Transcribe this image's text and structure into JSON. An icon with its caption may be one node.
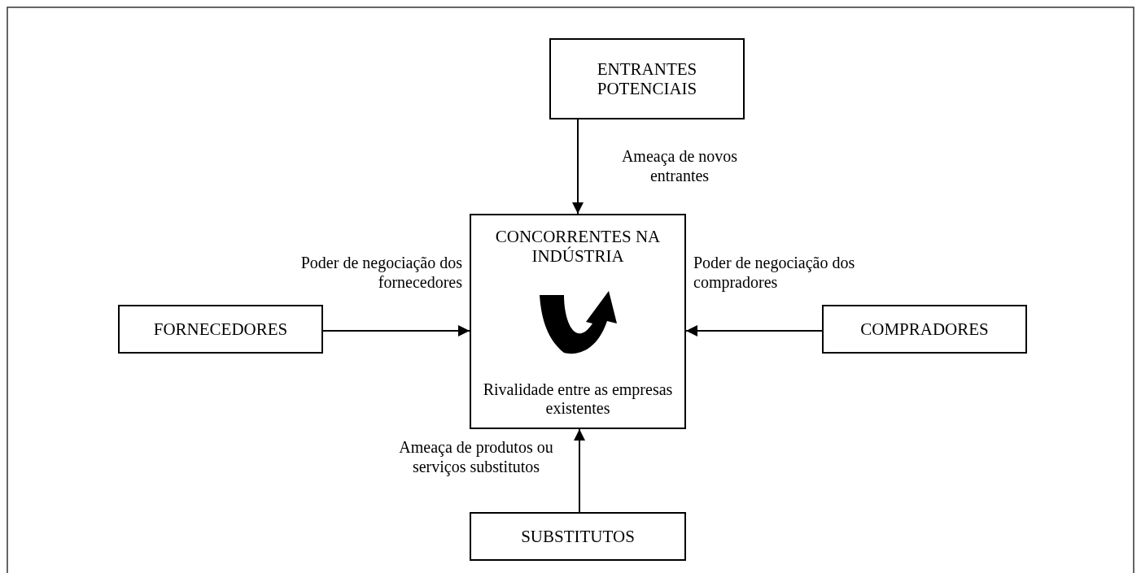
{
  "diagram": {
    "nodes": [
      {
        "text": [
          "ENTRANTES POTENCIAIS"
        ]
      },
      {
        "text": [
          "CONCORRENTES NA INDÚSTRIA",
          "Rivalidade entre as empresas existentes"
        ]
      },
      {
        "text": [
          "FORNECEDORES"
        ]
      },
      {
        "text": [
          "COMPRADORES"
        ]
      },
      {
        "text": [
          "SUBSTITUTOS"
        ]
      }
    ],
    "edges": [
      {
        "from": 0,
        "to": 1,
        "arrow": "to",
        "label": "Ameaça de novos entrantes"
      },
      {
        "from": 2,
        "to": 1,
        "arrow": "to",
        "label": "Poder de negociação dos fornecedores"
      },
      {
        "from": 3,
        "to": 1,
        "arrow": "to",
        "label": "Poder de negociação dos compradores"
      },
      {
        "from": 4,
        "to": 1,
        "arrow": "to",
        "label": "Ameaça de produtos ou serviços substitutos"
      }
    ]
  }
}
